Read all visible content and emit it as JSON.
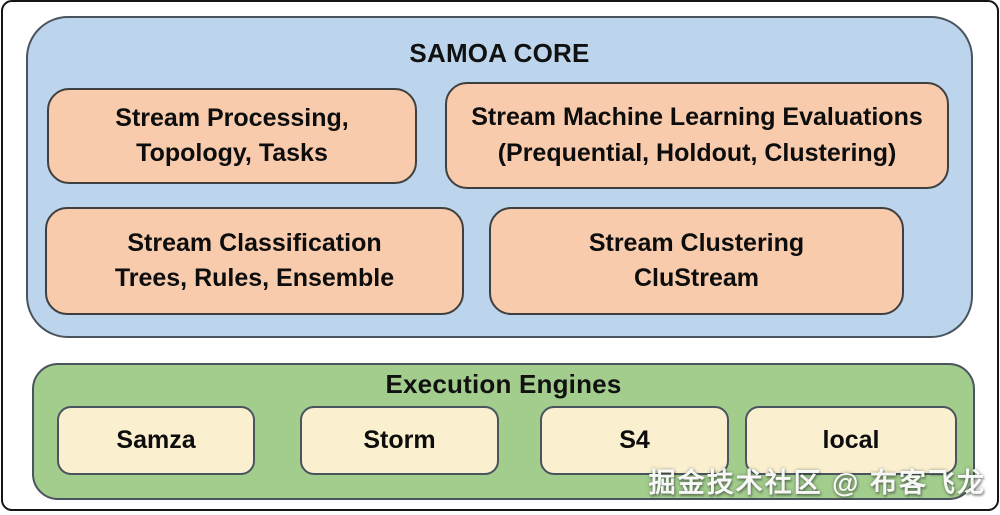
{
  "diagram": {
    "samoa_core": {
      "title": "SAMOA CORE",
      "boxes": [
        {
          "line1": "Stream Processing,",
          "line2": "Topology, Tasks"
        },
        {
          "line1": "Stream Machine Learning Evaluations",
          "line2": "(Prequential, Holdout, Clustering)"
        },
        {
          "line1": "Stream Classification",
          "line2": "Trees, Rules, Ensemble"
        },
        {
          "line1": "Stream Clustering",
          "line2": "CluStream"
        }
      ]
    },
    "execution_engines": {
      "title": "Execution Engines",
      "engines": [
        "Samza",
        "Storm",
        "S4",
        "local"
      ]
    }
  },
  "watermark": "掘金技术社区 @ 布客飞龙",
  "colors": {
    "blue_bg": "#BCD5EC",
    "green_bg": "#A2CD8D",
    "peach_bg": "#F7CBAC",
    "cream_bg": "#FAF0D0",
    "panel_border": "#4A545E",
    "module_border": "#3F3F3F"
  }
}
